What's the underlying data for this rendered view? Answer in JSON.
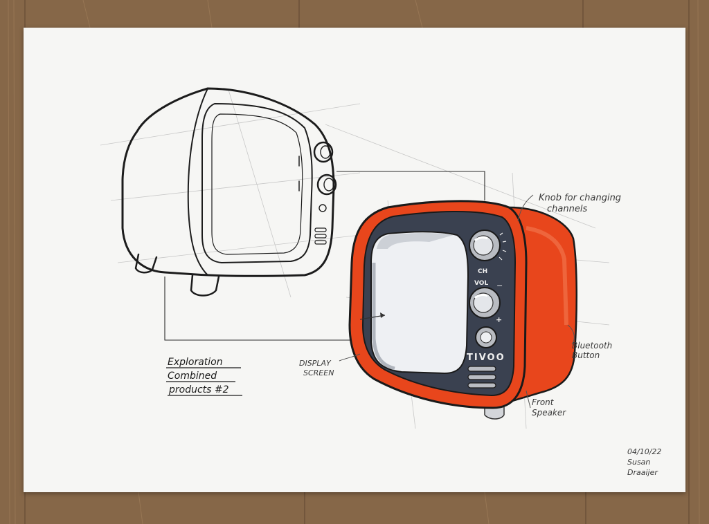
{
  "sheet": {
    "title_lines": [
      "Exploration",
      "Combined",
      "products #2"
    ],
    "brand_on_device": "TIVOO",
    "labels": {
      "ch": "CH",
      "vol": "VOL",
      "minus": "−",
      "plus": "+"
    },
    "annotations": {
      "knob_line1": "Knob for changing",
      "knob_line2": "channels",
      "display_line1": "DISPLAY",
      "display_line2": "SCREEN",
      "bluetooth_line1": "Bluetooth",
      "bluetooth_line2": "Button",
      "speaker_line1": "Front",
      "speaker_line2": "Speaker"
    },
    "signature": {
      "date": "04/10/22",
      "first_name": "Susan",
      "last_name": "Draaijer"
    }
  },
  "colors": {
    "device_orange": "#e8461c",
    "device_panel": "#3a4150",
    "paper": "#f6f6f4",
    "wood": "#8a6a4a"
  }
}
